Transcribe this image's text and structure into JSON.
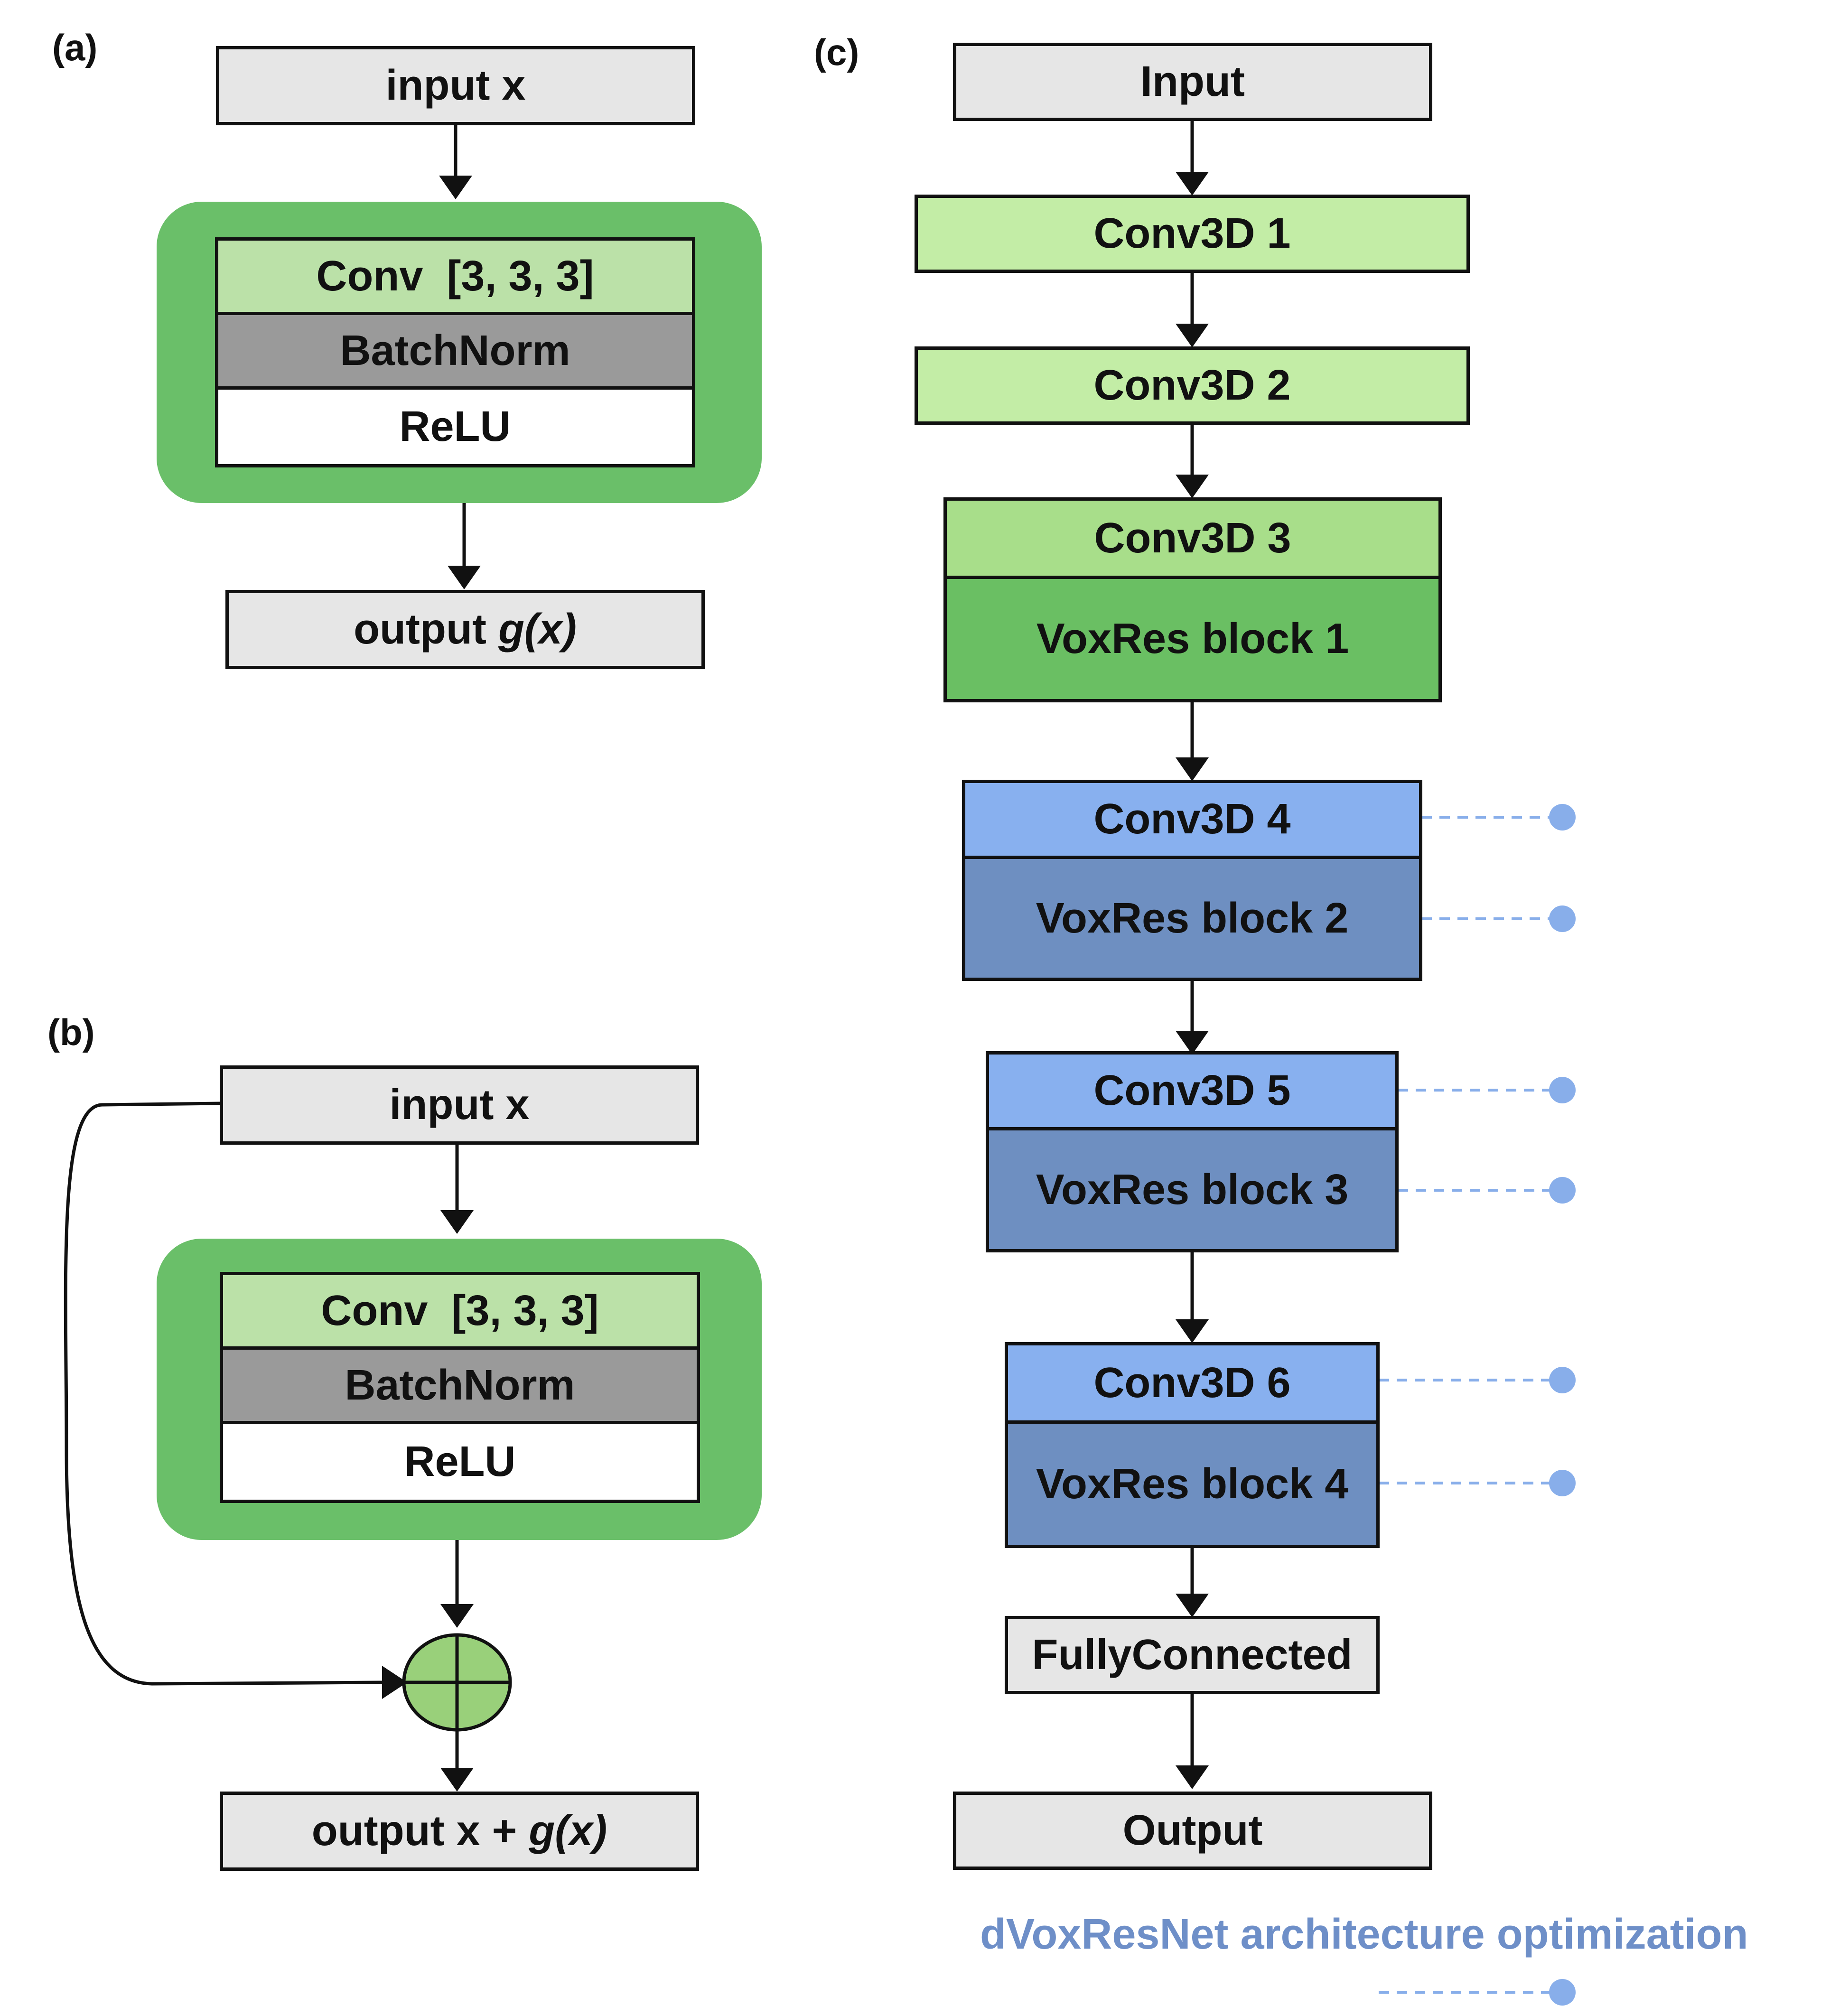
{
  "panels": {
    "a": {
      "label": "(a)",
      "input": "input x",
      "conv": "Conv  [3, 3, 3]",
      "batchnorm": "BatchNorm",
      "relu": "ReLU",
      "output_prefix": "output ",
      "output_func": "g(x)"
    },
    "b": {
      "label": "(b)",
      "input": "input x",
      "conv": "Conv  [3, 3, 3]",
      "batchnorm": "BatchNorm",
      "relu": "ReLU",
      "output_prefix": "output x + ",
      "output_func": "g(x)"
    },
    "c": {
      "label": "(c)",
      "input": "Input",
      "conv1": "Conv3D 1",
      "conv2": "Conv3D 2",
      "conv3": "Conv3D 3",
      "voxres1": "VoxRes block 1",
      "conv4": "Conv3D 4",
      "voxres2": "VoxRes block 2",
      "conv5": "Conv3D 5",
      "voxres3": "VoxRes block 3",
      "conv6": "Conv3D 6",
      "voxres4": "VoxRes block 4",
      "fc": "FullyConnected",
      "output": "Output"
    }
  },
  "legend": {
    "title": "dVoxResNet architecture optimization"
  },
  "colors": {
    "stroke": "#111111",
    "optimization_blue": "#88aeea",
    "legend_text": "#6e8fc8",
    "residual_node": "#99d07a"
  }
}
